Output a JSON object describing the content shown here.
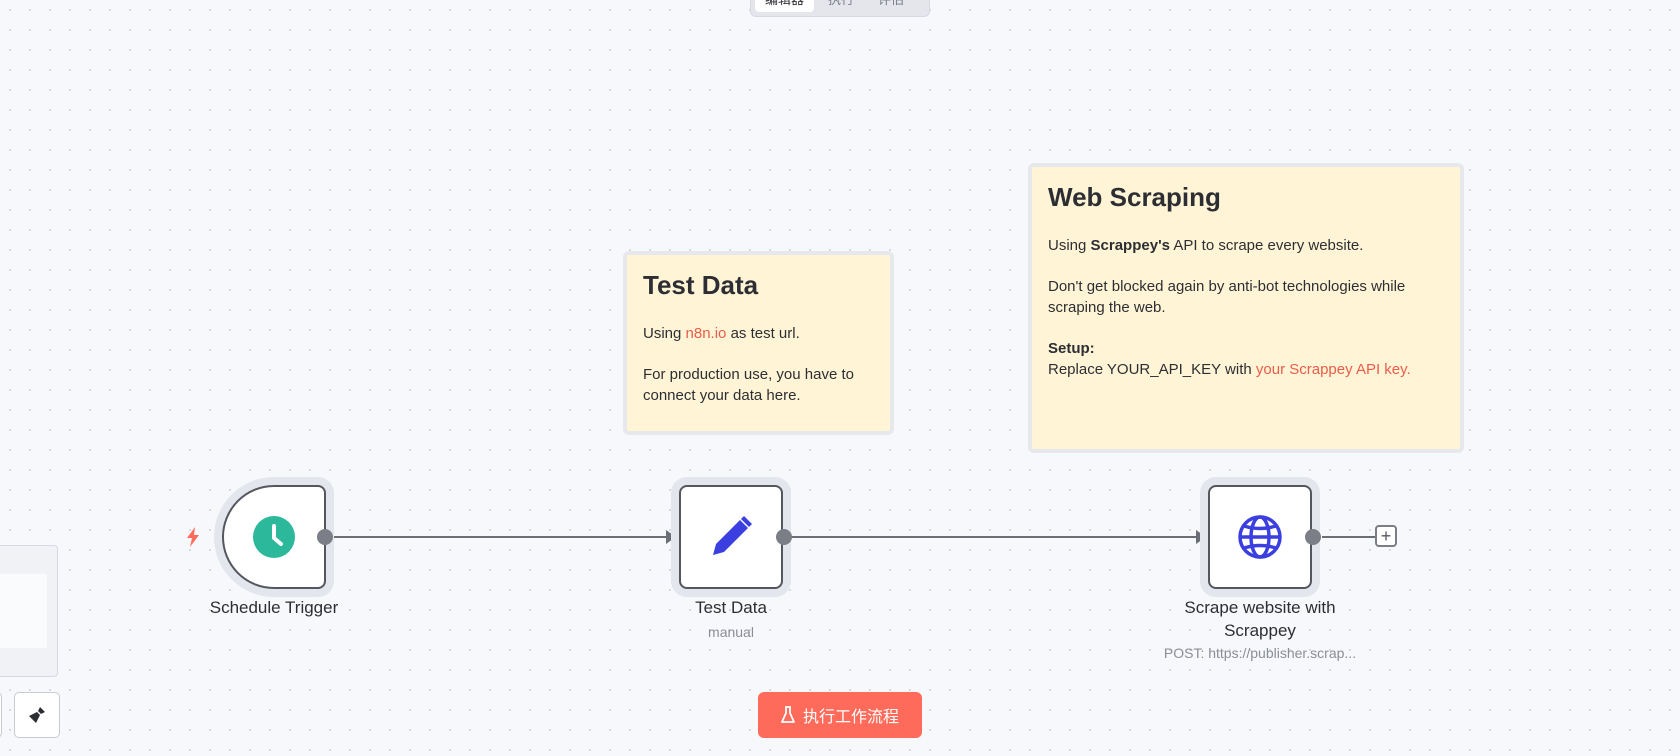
{
  "top_tabs": [
    "编辑器",
    "执行",
    "评估"
  ],
  "sticky_test": {
    "title": "Test Data",
    "line1_before": "Using ",
    "line1_link": "n8n.io",
    "line1_after": " as test url.",
    "line2": "For production use, you have to connect your data here."
  },
  "sticky_scraping": {
    "title": "Web Scraping",
    "line1_before": "Using ",
    "line1_bold": "Scrappey's",
    "line1_after": " API to scrape every website.",
    "line2": "Don't get blocked again by anti-bot technologies while scraping the web.",
    "setup_label": "Setup:",
    "setup_before": "Replace YOUR_API_KEY with ",
    "setup_link": "your Scrappey API key."
  },
  "nodes": {
    "schedule": {
      "label": "Schedule Trigger",
      "icon": "clock-icon"
    },
    "test_data": {
      "label": "Test Data",
      "subtitle": "manual",
      "icon": "pencil-icon"
    },
    "scrape": {
      "label": "Scrape website with Scrappey",
      "subtitle": "POST: https://publisher.scrap...",
      "icon": "globe-icon"
    }
  },
  "add_button": "+",
  "run_button": {
    "label": "执行工作流程",
    "icon": "flask-icon"
  },
  "colors": {
    "accent": "#ff6b5b",
    "sticky": "#fff5d6",
    "trigger_icon": "#2cb89a",
    "node_icon": "#3b3fe0",
    "trigger_bolt": "#ff6b5b"
  }
}
